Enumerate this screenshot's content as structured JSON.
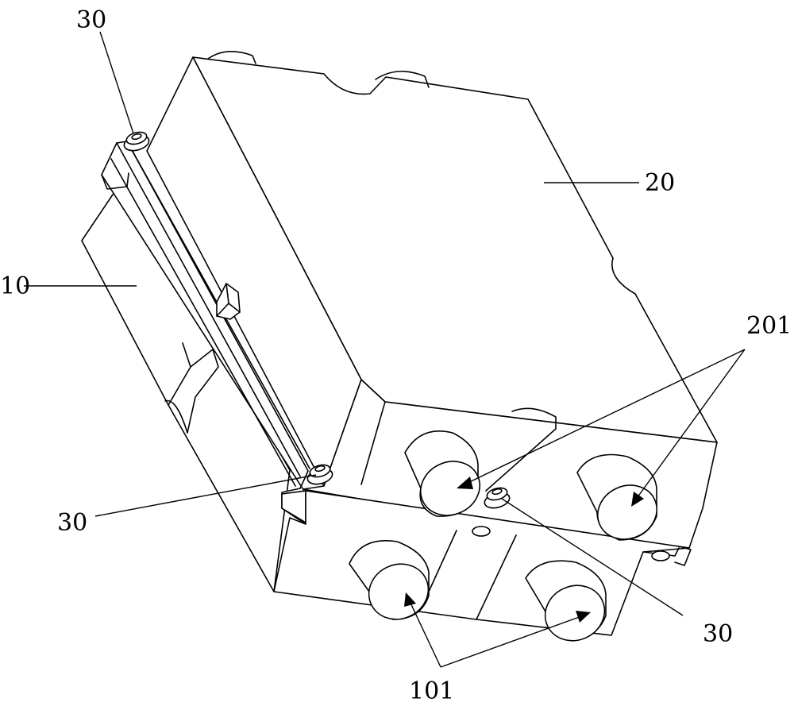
{
  "labels": {
    "screw_top": "30",
    "block_upper": "20",
    "block_lower": "10",
    "outlets_upper": "201",
    "screw_left": "30",
    "screw_right": "30",
    "outlets_lower": "101"
  },
  "colors": {
    "line": "#000000",
    "background": "#ffffff"
  }
}
